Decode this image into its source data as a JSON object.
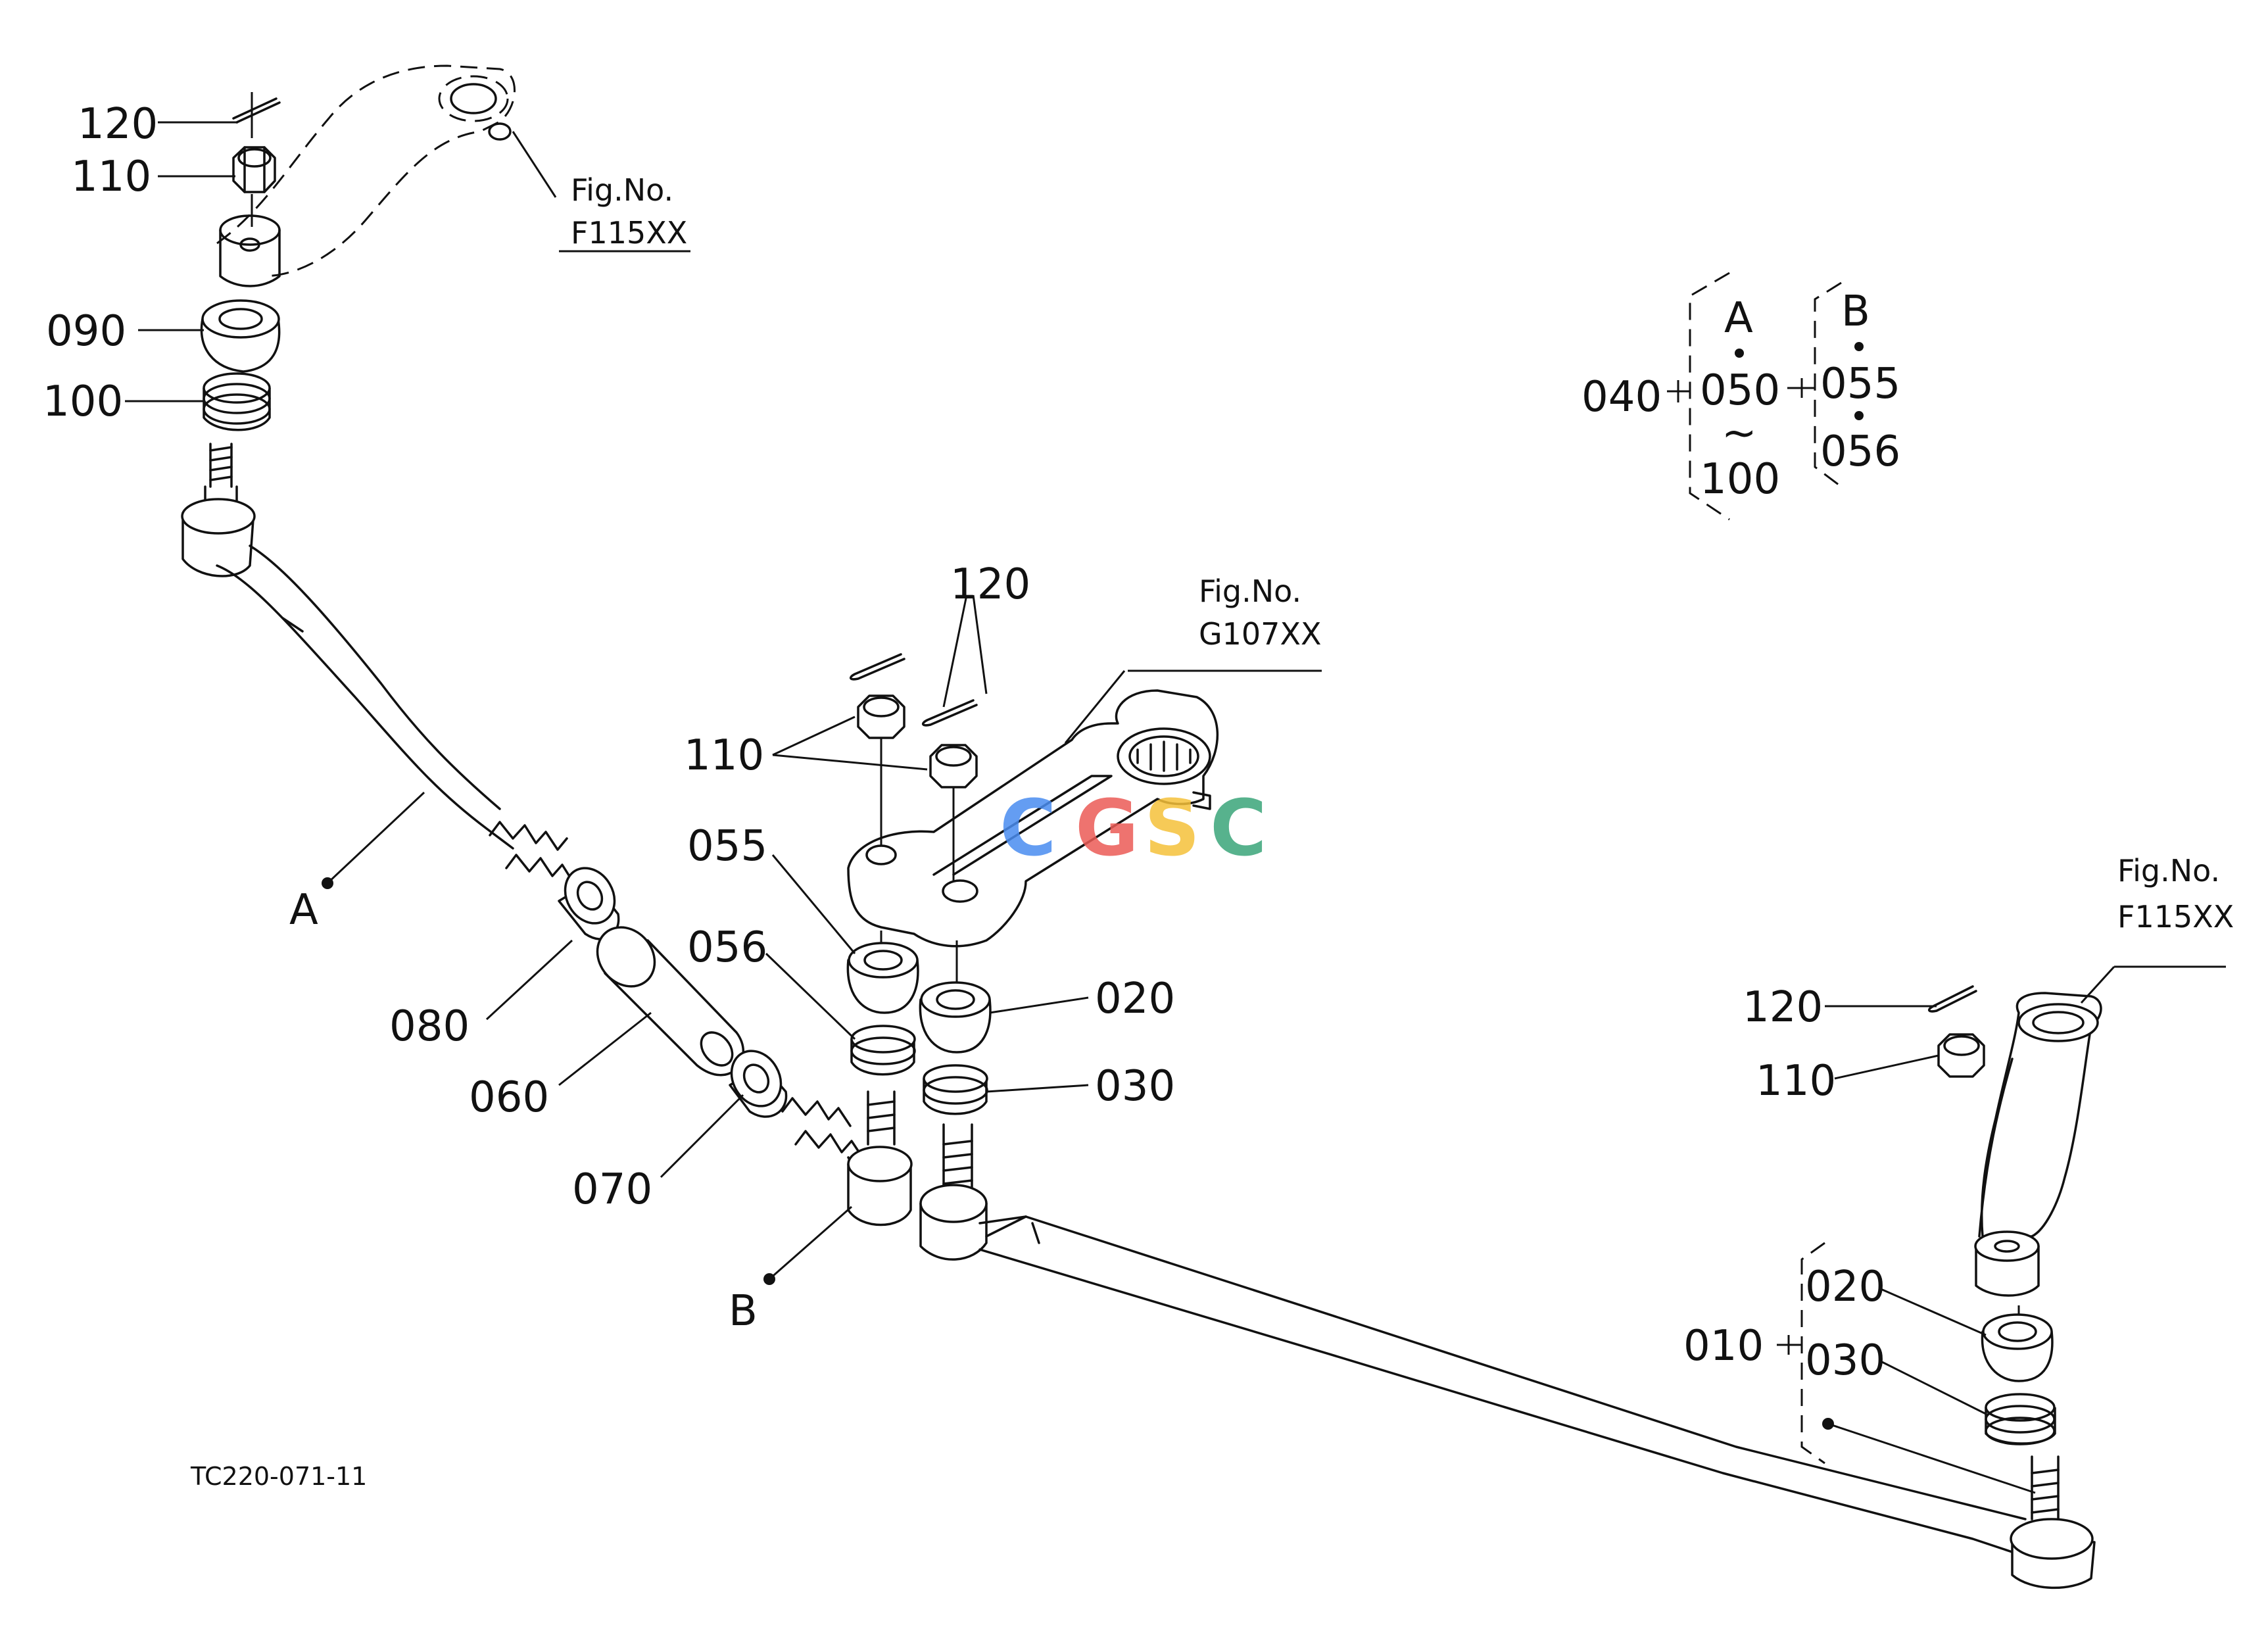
{
  "diagram": {
    "drawing_code": "TC220-071-11",
    "figure_refs": [
      {
        "id": "fig_top",
        "line1": "Fig.No.",
        "line2": "F115XX"
      },
      {
        "id": "fig_mid",
        "line1": "Fig.No.",
        "line2": "G107XX"
      },
      {
        "id": "fig_right",
        "line1": "Fig.No.",
        "line2": "F115XX"
      }
    ],
    "callouts": {
      "top_left": {
        "c120": "120",
        "c110": "110",
        "c090": "090",
        "c100": "100",
        "a": "A"
      },
      "center": {
        "c120": "120",
        "c110": "110",
        "c055": "055",
        "c056": "056",
        "c020": "020",
        "c030": "030",
        "c080": "080",
        "c060": "060",
        "c070": "070",
        "b": "B"
      },
      "right": {
        "c120": "120",
        "c110": "110",
        "c010": "010",
        "c020": "020",
        "c030": "030"
      }
    },
    "legend": {
      "c040": "040",
      "a": "A",
      "c050": "050",
      "tilde": "~",
      "c100": "100",
      "b": "B",
      "c055": "055",
      "c056": "056"
    },
    "watermark": {
      "letters": [
        "C",
        "G",
        "S",
        "C"
      ],
      "colors": [
        "#4a8df0",
        "#ec5b56",
        "#f5c13a",
        "#3aa57a"
      ]
    }
  }
}
